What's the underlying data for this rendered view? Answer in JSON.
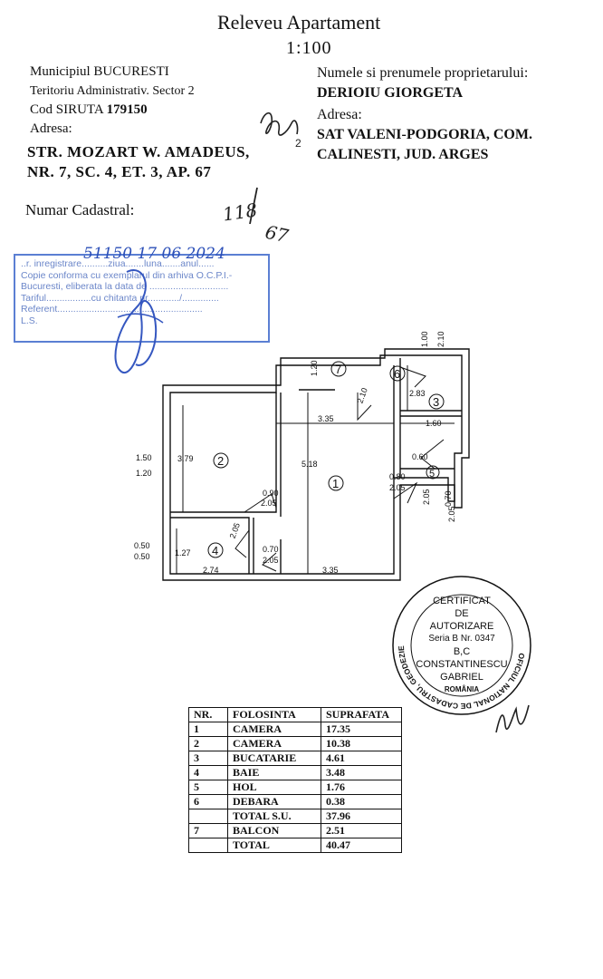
{
  "header": {
    "title": "Releveu Apartament",
    "scale": "1:100"
  },
  "left_info": {
    "municipiu": "Municipiul BUCURESTI",
    "teritoriu": "Teritoriu Administrativ. Sector 2",
    "siruta_label": "Cod SIRUTA",
    "siruta_value": "179150",
    "adresa_label": "Adresa:",
    "adresa_line1": "STR.  MOZART W. AMADEUS,",
    "adresa_line2": "NR. 7, SC. 4, ET. 3, AP. 67",
    "cadastral_label": "Numar Cadastral:",
    "cadastral_hand_1": "118",
    "cadastral_hand_2": "67"
  },
  "right_info": {
    "owner_label": "Numele si prenumele proprietarului:",
    "owner_name": "DERIOIU GIORGETA",
    "adresa_label": "Adresa:",
    "adresa_line1": "SAT VALENI-PODGORIA, COM.",
    "adresa_line2": "CALINESTI, JUD. ARGES"
  },
  "ocpi_stamp": {
    "line1": "..r. inregistrare..........ziua.......luna.......anul......",
    "line2": "Copie conforma cu exemplarul din arhiva O.C.P.I.-",
    "line3": "Bucuresti, eliberata la data de ..............................",
    "line4": "Tariful.................cu chitanta nr............/..............",
    "line5": "Referent.......................................................",
    "line6": "L.S.",
    "handwritten": "51150  17  06  2024"
  },
  "plan": {
    "rooms": [
      "1",
      "2",
      "3",
      "4",
      "5",
      "6",
      "7"
    ],
    "dims": {
      "d_335_top": "3.35",
      "d_518": "5.18",
      "d_379": "3.79",
      "d_150": "1.50",
      "d_120_left": "1.20",
      "d_127": "1.27",
      "d_050": "0.50",
      "d_050b": "0.50",
      "d_274": "2.74",
      "d_335_bottom": "3.35",
      "d_160": "1.60",
      "d_283": "2.83",
      "d_100": "1.00",
      "d_210": "2.10",
      "d_120_top": "1.20",
      "d_210_door7": "2.10",
      "d_090": "0.90",
      "d_205_a": "2.05",
      "d_080": "0.80",
      "d_205_b": "2.05",
      "d_070": "0.70",
      "d_205_c": "2.05",
      "d_205_d": "2.05",
      "d_060": "0.60",
      "d_205_e": "2.05",
      "d_070b": "0.70",
      "d_205_f": "2.05"
    }
  },
  "seal": {
    "ring_text": "OFICIUL NATIONAL DE CADASTRU, GEODEZIE SI CARTOGRAFIE",
    "line1": "CERTIFICAT",
    "line2": "DE",
    "line3": "AUTORIZARE",
    "line4": "Seria B Nr. 0347",
    "line5": "B,C",
    "line6": "CONSTANTINESCU",
    "line7": "GABRIEL",
    "country": "ROMÂNIA"
  },
  "table": {
    "headers": [
      "NR.",
      "FOLOSINTA",
      "SUPRAFATA"
    ],
    "rows": [
      [
        "1",
        "CAMERA",
        "17.35"
      ],
      [
        "2",
        "CAMERA",
        "10.38"
      ],
      [
        "3",
        "BUCATARIE",
        "4.61"
      ],
      [
        "4",
        "BAIE",
        "3.48"
      ],
      [
        "5",
        "HOL",
        "1.76"
      ],
      [
        "6",
        "DEBARA",
        "0.38"
      ],
      [
        "",
        "TOTAL S.U.",
        "37.96"
      ],
      [
        "7",
        "BALCON",
        "2.51"
      ],
      [
        "",
        "TOTAL",
        "40.47"
      ]
    ]
  }
}
